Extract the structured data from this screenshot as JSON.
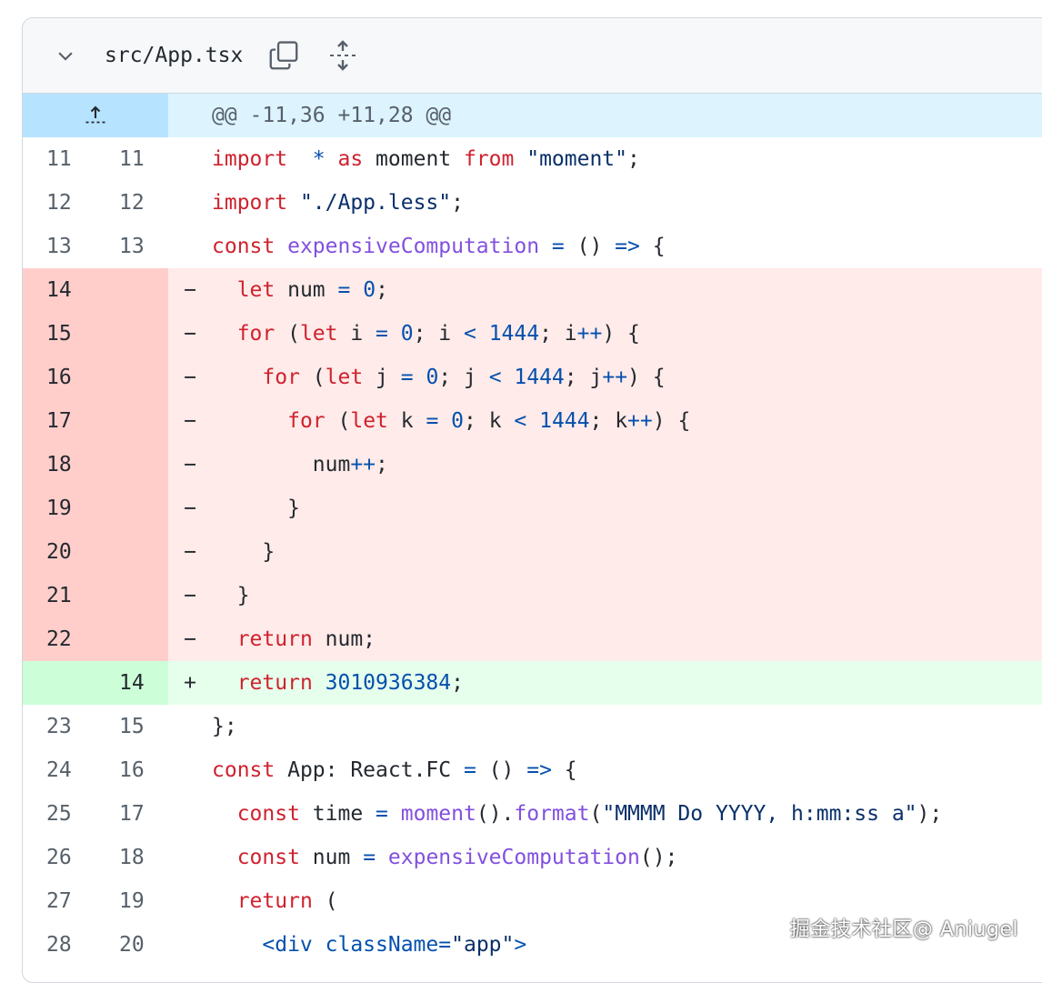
{
  "file": {
    "name": "src/App.tsx",
    "icons": [
      "chevron-down-icon",
      "copy-icon",
      "unfold-icon"
    ]
  },
  "hunk": {
    "header": "@@ -11,36 +11,28 @@",
    "icon": "expand-up-icon"
  },
  "lines": [
    {
      "type": "ctx",
      "old": "11",
      "new": "11",
      "marker": "",
      "code": [
        [
          "kw",
          "import"
        ],
        [
          "",
          "  "
        ],
        [
          "op",
          "*"
        ],
        [
          "",
          ""
        ],
        [
          "kw",
          " as"
        ],
        [
          "",
          " moment "
        ],
        [
          "kw",
          "from"
        ],
        [
          "str",
          " \"moment\""
        ],
        [
          "",
          ";"
        ]
      ]
    },
    {
      "type": "ctx",
      "old": "12",
      "new": "12",
      "marker": "",
      "code": [
        [
          "kw",
          "import"
        ],
        [
          "str",
          " \"./App.less\""
        ],
        [
          "",
          ";"
        ]
      ]
    },
    {
      "type": "ctx",
      "old": "13",
      "new": "13",
      "marker": "",
      "code": [
        [
          "kw",
          "const"
        ],
        [
          "fn",
          " expensiveComputation"
        ],
        [
          "op",
          " ="
        ],
        [
          "",
          " () "
        ],
        [
          "op",
          "=>"
        ],
        [
          "",
          " {"
        ]
      ]
    },
    {
      "type": "del",
      "old": "14",
      "new": "",
      "marker": "−",
      "code": [
        [
          "",
          "  "
        ],
        [
          "kw",
          "let"
        ],
        [
          "",
          " num "
        ],
        [
          "op",
          "="
        ],
        [
          "num",
          " 0"
        ],
        [
          "",
          ";"
        ]
      ]
    },
    {
      "type": "del",
      "old": "15",
      "new": "",
      "marker": "−",
      "code": [
        [
          "",
          "  "
        ],
        [
          "kw",
          "for"
        ],
        [
          "",
          " ("
        ],
        [
          "kw",
          "let"
        ],
        [
          "",
          " i "
        ],
        [
          "op",
          "="
        ],
        [
          "num",
          " 0"
        ],
        [
          "",
          "; i "
        ],
        [
          "op",
          "<"
        ],
        [
          "num",
          " 1444"
        ],
        [
          "",
          "; i"
        ],
        [
          "op",
          "++"
        ],
        [
          "",
          ") {"
        ]
      ]
    },
    {
      "type": "del",
      "old": "16",
      "new": "",
      "marker": "−",
      "code": [
        [
          "",
          "    "
        ],
        [
          "kw",
          "for"
        ],
        [
          "",
          " ("
        ],
        [
          "kw",
          "let"
        ],
        [
          "",
          " j "
        ],
        [
          "op",
          "="
        ],
        [
          "num",
          " 0"
        ],
        [
          "",
          "; j "
        ],
        [
          "op",
          "<"
        ],
        [
          "num",
          " 1444"
        ],
        [
          "",
          "; j"
        ],
        [
          "op",
          "++"
        ],
        [
          "",
          ") {"
        ]
      ]
    },
    {
      "type": "del",
      "old": "17",
      "new": "",
      "marker": "−",
      "code": [
        [
          "",
          "      "
        ],
        [
          "kw",
          "for"
        ],
        [
          "",
          " ("
        ],
        [
          "kw",
          "let"
        ],
        [
          "",
          " k "
        ],
        [
          "op",
          "="
        ],
        [
          "num",
          " 0"
        ],
        [
          "",
          "; k "
        ],
        [
          "op",
          "<"
        ],
        [
          "num",
          " 1444"
        ],
        [
          "",
          "; k"
        ],
        [
          "op",
          "++"
        ],
        [
          "",
          ") {"
        ]
      ]
    },
    {
      "type": "del",
      "old": "18",
      "new": "",
      "marker": "−",
      "code": [
        [
          "",
          "        num"
        ],
        [
          "op",
          "++"
        ],
        [
          "",
          ";"
        ]
      ]
    },
    {
      "type": "del",
      "old": "19",
      "new": "",
      "marker": "−",
      "code": [
        [
          "",
          "      }"
        ]
      ]
    },
    {
      "type": "del",
      "old": "20",
      "new": "",
      "marker": "−",
      "code": [
        [
          "",
          "    }"
        ]
      ]
    },
    {
      "type": "del",
      "old": "21",
      "new": "",
      "marker": "−",
      "code": [
        [
          "",
          "  }"
        ]
      ]
    },
    {
      "type": "del",
      "old": "22",
      "new": "",
      "marker": "−",
      "code": [
        [
          "",
          "  "
        ],
        [
          "kw",
          "return"
        ],
        [
          "",
          " num;"
        ]
      ]
    },
    {
      "type": "add",
      "old": "",
      "new": "14",
      "marker": "+",
      "code": [
        [
          "",
          "  "
        ],
        [
          "kw",
          "return"
        ],
        [
          "num",
          " 3010936384"
        ],
        [
          "",
          ";"
        ]
      ]
    },
    {
      "type": "ctx",
      "old": "23",
      "new": "15",
      "marker": "",
      "code": [
        [
          "",
          "};"
        ]
      ]
    },
    {
      "type": "ctx",
      "old": "24",
      "new": "16",
      "marker": "",
      "code": [
        [
          "kw",
          "const"
        ],
        [
          "",
          " App: React.FC "
        ],
        [
          "op",
          "="
        ],
        [
          "",
          " () "
        ],
        [
          "op",
          "=>"
        ],
        [
          "",
          " {"
        ]
      ]
    },
    {
      "type": "ctx",
      "old": "25",
      "new": "17",
      "marker": "",
      "code": [
        [
          "",
          "  "
        ],
        [
          "kw",
          "const"
        ],
        [
          "",
          " time "
        ],
        [
          "op",
          "="
        ],
        [
          "fn",
          " moment"
        ],
        [
          "",
          "()."
        ],
        [
          "fn",
          "format"
        ],
        [
          "",
          "("
        ],
        [
          "str",
          "\"MMMM Do YYYY, h:mm:ss a\""
        ],
        [
          "",
          ");"
        ]
      ]
    },
    {
      "type": "ctx",
      "old": "26",
      "new": "18",
      "marker": "",
      "code": [
        [
          "",
          "  "
        ],
        [
          "kw",
          "const"
        ],
        [
          "",
          " num "
        ],
        [
          "op",
          "="
        ],
        [
          "fn",
          " expensiveComputation"
        ],
        [
          "",
          "();"
        ]
      ]
    },
    {
      "type": "ctx",
      "old": "27",
      "new": "19",
      "marker": "",
      "code": [
        [
          "",
          "  "
        ],
        [
          "kw",
          "return"
        ],
        [
          "",
          " ("
        ]
      ]
    },
    {
      "type": "ctx",
      "old": "28",
      "new": "20",
      "marker": "",
      "code": [
        [
          "",
          "    "
        ],
        [
          "attr",
          "<div"
        ],
        [
          "attr",
          " className"
        ],
        [
          "",
          ""
        ],
        [
          "op",
          "="
        ],
        [
          "str",
          "\"app\""
        ],
        [
          "attr",
          ">"
        ]
      ]
    }
  ],
  "watermark": "掘金技术社区@ Aniugel",
  "colors": {
    "del_bg": "#ffebe9",
    "del_gutter": "#ffcecb",
    "add_bg": "#e6ffec",
    "add_gutter": "#ccffd8",
    "hunk_bg": "#ddf4ff",
    "hunk_gutter": "#b6e3ff",
    "keyword": "#cf222e",
    "function": "#8250df",
    "number": "#0550ae"
  }
}
